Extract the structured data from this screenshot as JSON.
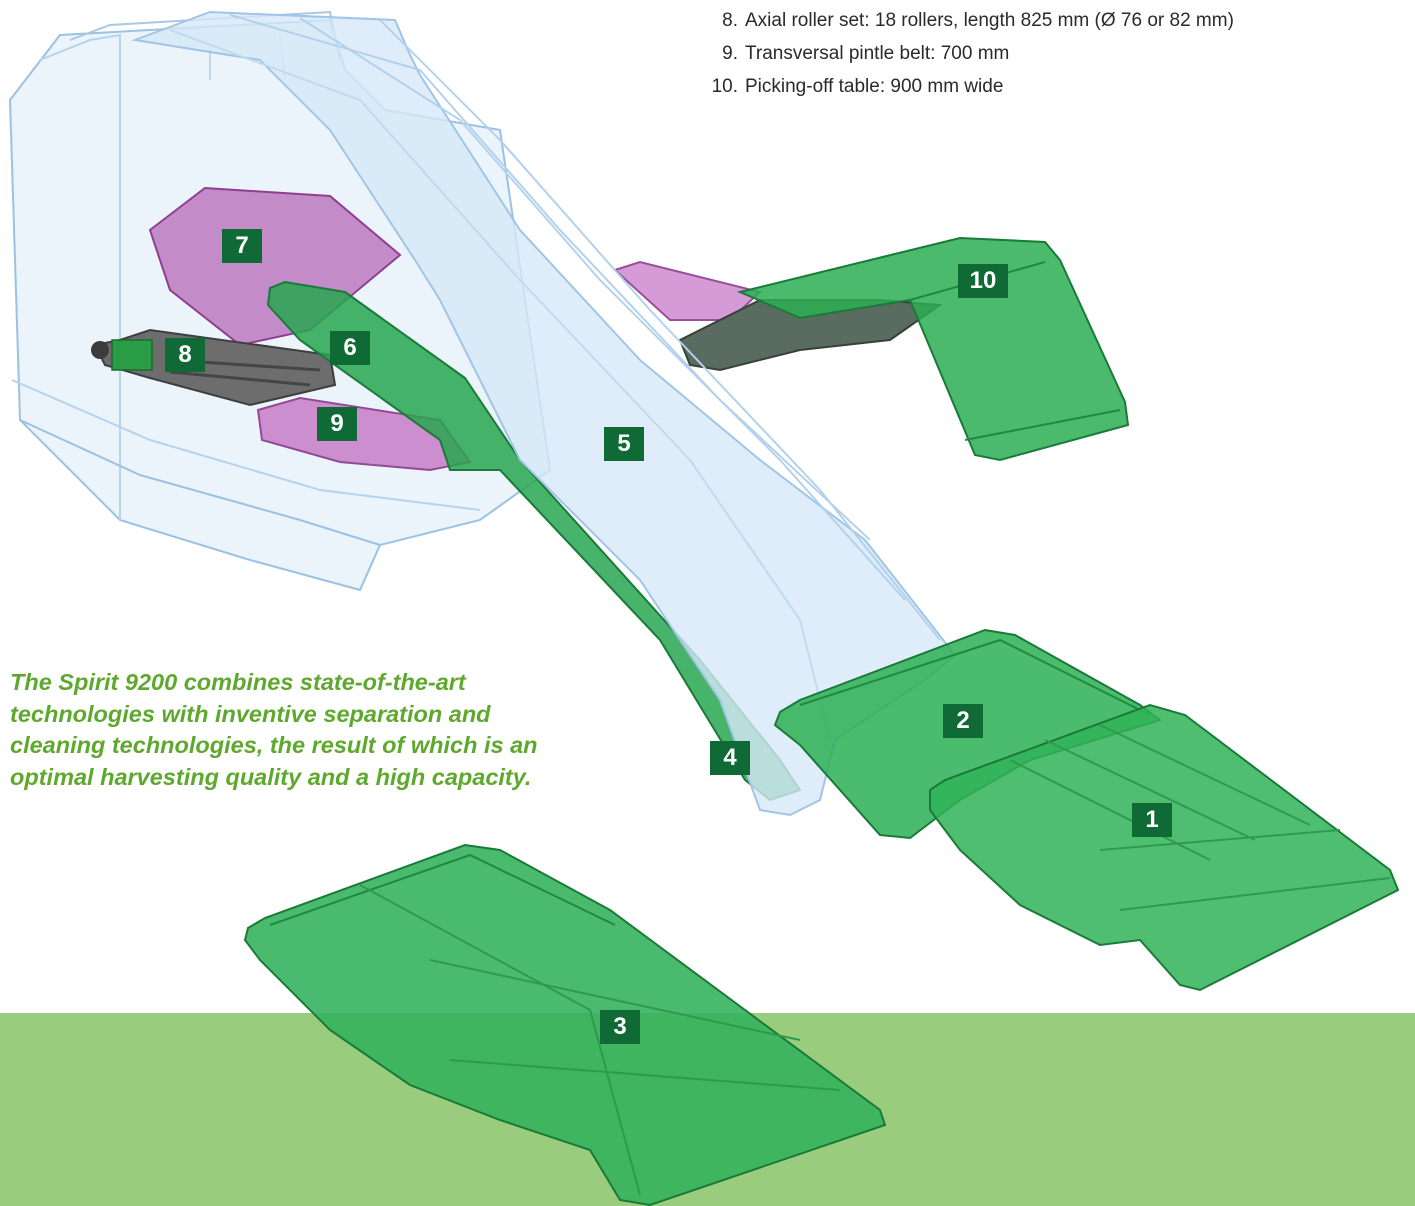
{
  "specs": [
    {
      "num": "8.",
      "text": "Axial roller set: 18 rollers, length 825 mm (Ø 76 or 82 mm)"
    },
    {
      "num": "9.",
      "text": "Transversal pintle belt: 700 mm"
    },
    {
      "num": "10.",
      "text": "Picking-off table: 900 mm wide"
    }
  ],
  "tagline": "The Spirit 9200 combines state-of-the-art technologies with inventive separation and cleaning technologies, the result of which is an optimal harvesting quality and a high capacity.",
  "tags": [
    "1",
    "2",
    "3",
    "4",
    "5",
    "6",
    "7",
    "8",
    "9",
    "10"
  ],
  "colors": {
    "belt_green": "#2fb056",
    "tag_green": "#0f6a35",
    "band_green": "#9acc7d",
    "glass_blue": "#cfe3f3",
    "purple": "#a54aa8",
    "text_green": "#5ea92d"
  }
}
